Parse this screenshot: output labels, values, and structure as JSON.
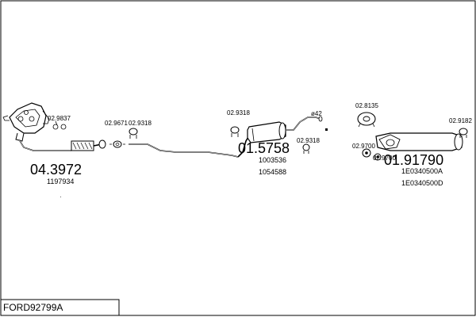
{
  "diagram": {
    "code": "FORD92799A",
    "parts": {
      "p1": "02.9837",
      "p2": "02.9671",
      "p3": "02.9318",
      "p4": "02.9318",
      "p5": "02.9318",
      "p6": "02.8135",
      "p7": "02.9182",
      "p8": "02.9700",
      "p9": "02.9700"
    },
    "diameter": "ø42",
    "assemblies": {
      "front_pipe": {
        "number": "04.3972",
        "oem": [
          "1197934"
        ]
      },
      "middle_silencer": {
        "number": "01.5758",
        "oem": [
          "1003536",
          "1054588"
        ]
      },
      "rear_silencer": {
        "number": "01.91790",
        "oem": [
          "1E0340500A",
          "1E0340500D"
        ]
      }
    }
  }
}
